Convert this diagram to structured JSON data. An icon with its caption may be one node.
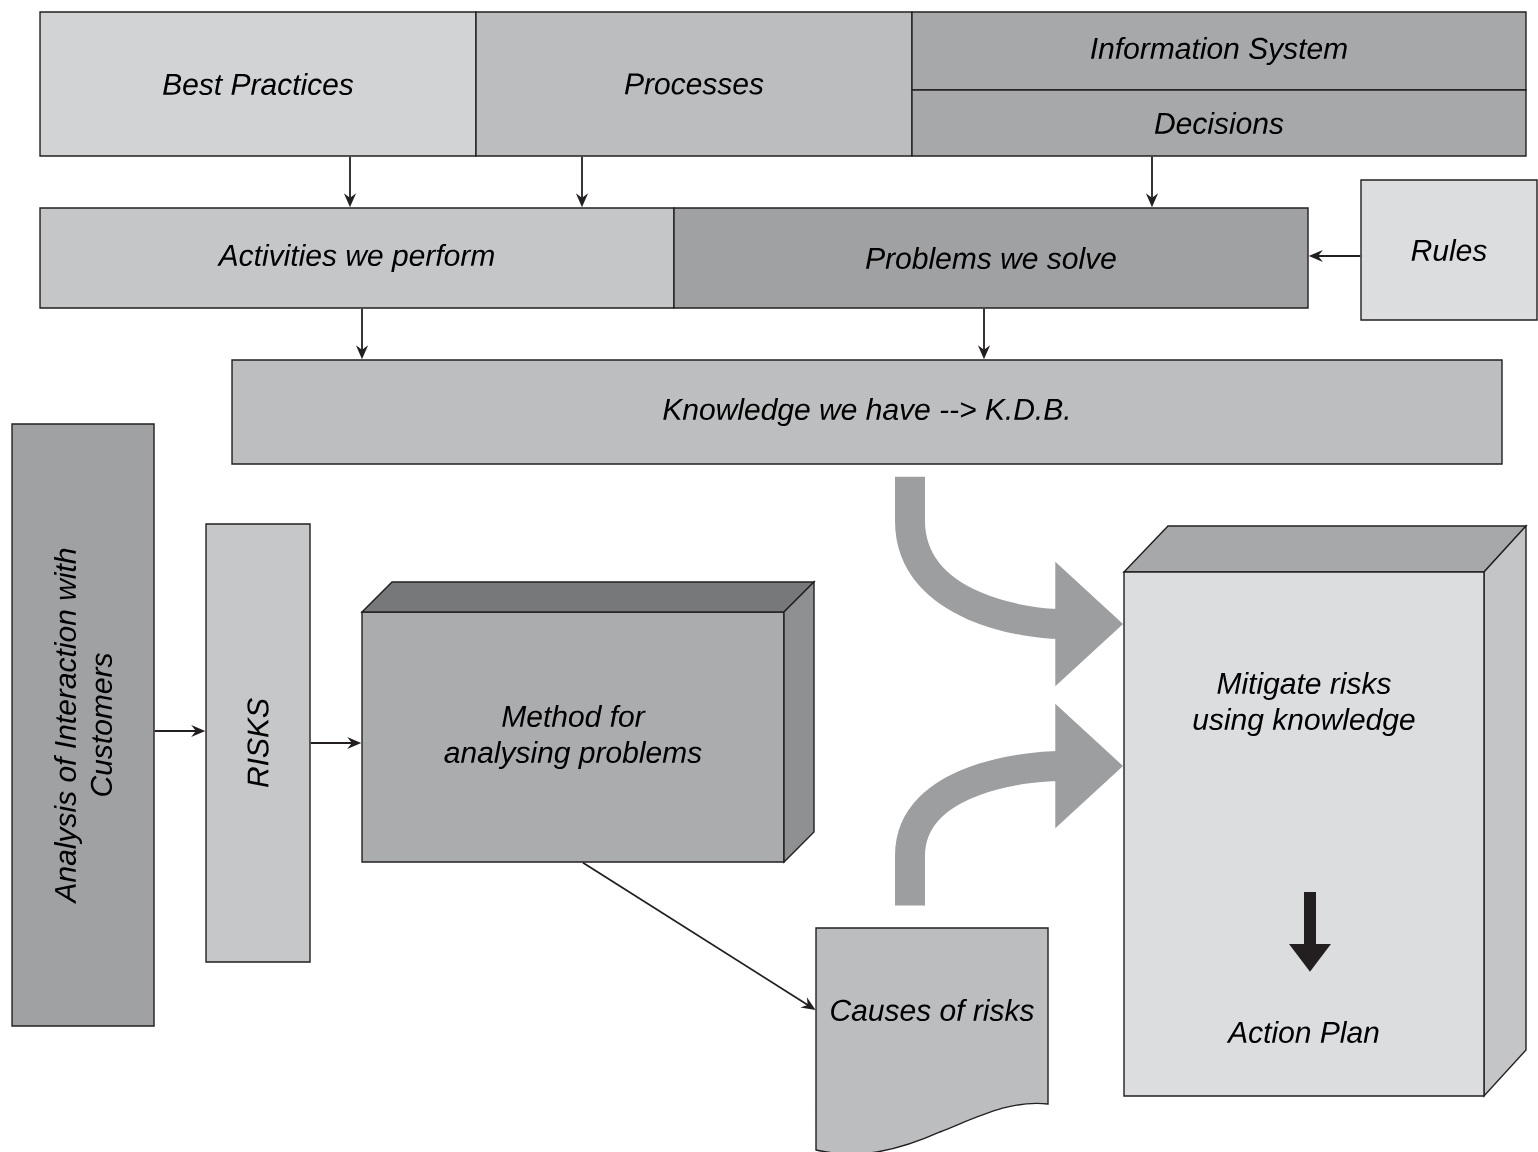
{
  "diagram": {
    "nodes": [
      {
        "text": [
          "Best Practices"
        ]
      },
      {
        "text": [
          "Processes"
        ]
      },
      {
        "text": [
          "Information System"
        ]
      },
      {
        "text": [
          "Decisions"
        ]
      },
      {
        "text": [
          "Activities we perform"
        ]
      },
      {
        "text": [
          "Problems we solve"
        ]
      },
      {
        "text": [
          "Rules"
        ]
      },
      {
        "text": [
          "Knowledge we have --> K.D.B."
        ]
      },
      {
        "text": [
          "Analysis of Interaction with Customers"
        ]
      },
      {
        "text": [
          "RISKS"
        ]
      },
      {
        "text": [
          "Method for analysing problems"
        ]
      },
      {
        "text": [
          "Causes of risks"
        ]
      },
      {
        "text": [
          "Mitigate risks using knowledge",
          "Action Plan"
        ]
      }
    ],
    "edges": [
      {
        "from": 0,
        "to": 4,
        "arrow": "to"
      },
      {
        "from": 1,
        "to": 4,
        "arrow": "to"
      },
      {
        "from": 3,
        "to": 5,
        "arrow": "to"
      },
      {
        "from": 6,
        "to": 5,
        "arrow": "to"
      },
      {
        "from": 4,
        "to": 7,
        "arrow": "to"
      },
      {
        "from": 5,
        "to": 7,
        "arrow": "to"
      },
      {
        "from": 7,
        "to": 12,
        "arrow": "to",
        "style": "thick",
        "color": "#9d9ea0"
      },
      {
        "from": 8,
        "to": 9,
        "arrow": "to"
      },
      {
        "from": 9,
        "to": 10,
        "arrow": "to"
      },
      {
        "from": 10,
        "to": 11,
        "arrow": "to"
      },
      {
        "from": 11,
        "to": 12,
        "arrow": "to",
        "style": "thick",
        "color": "#9d9ea0"
      }
    ]
  }
}
